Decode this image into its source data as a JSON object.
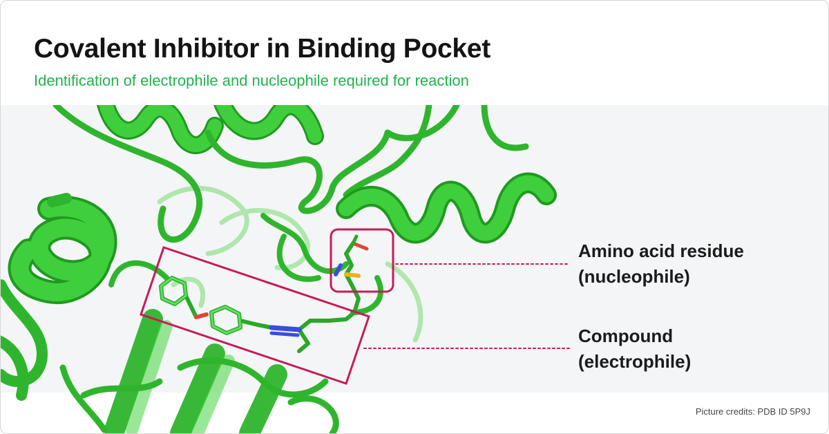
{
  "header": {
    "title": "Covalent Inhibitor in Binding Pocket",
    "subtitle": "Identification of electrophile and nucleophile required for reaction"
  },
  "annotations": [
    {
      "line1": "Amino acid residue",
      "line2": "(nucleophile)"
    },
    {
      "line1": "Compound",
      "line2": "(electrophile)"
    }
  ],
  "footer": {
    "credit": "Picture credits: PDB ID 5P9J"
  },
  "colors": {
    "protein": "#3fcf3c",
    "protein_dark": "#1f9a1f",
    "highlight": "#c8195a",
    "subtitle": "#22b24c",
    "panel": "#f4f5f7",
    "nitrogen": "#3a4de0",
    "oxygen": "#e0453a",
    "sulfur": "#e8b321"
  }
}
